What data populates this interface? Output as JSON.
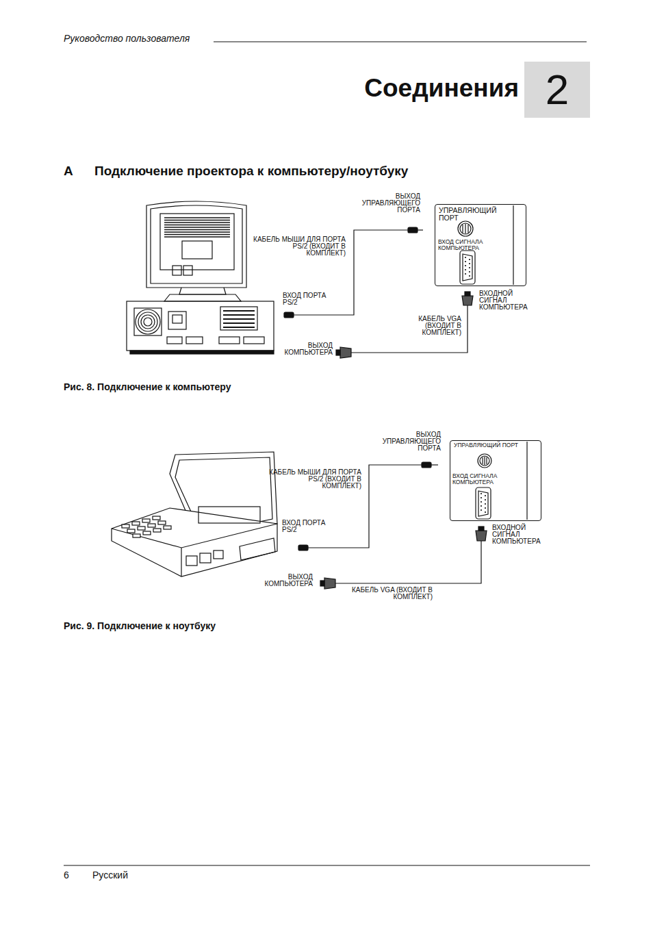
{
  "diagram": {
    "title": "Соединения",
    "nodes": [
      {
        "text": [
          "2"
        ]
      },
      {
        "text": [
          "УПРАВЛЯЮЩИЙ ПОРТ",
          "ВХОД СИГНАЛА КОМПЬЮТЕРА"
        ]
      },
      {
        "text": [
          "УПРАВЛЯЮЩИЙ ПОРТ",
          "ВХОД СИГНАЛА КОМПЬЮТЕРА"
        ]
      }
    ],
    "labels": [
      "Руководство пользователя",
      "A",
      "Подключение проектора к компьютеру/ноутбуку",
      "ВЫХОД УПРАВЛЯЮЩЕГО ПОРТА",
      "КАБЕЛЬ МЫШИ ДЛЯ ПОРТА PS/2 (ВХОДИТ В КОМПЛЕКТ)",
      "ВХОД ПОРТА PS/2",
      "ВХОДНОЙ СИГНАЛ КОМПЬЮТЕРА",
      "КАБЕЛЬ VGA (ВХОДИТ В КОМПЛЕКТ)",
      "ВЫХОД КОМПЬЮТЕРА",
      "Рис. 8. Подключение к компьютеру",
      "ВЫХОД УПРАВЛЯЮЩЕГО ПОРТА",
      "КАБЕЛЬ МЫШИ ДЛЯ ПОРТА PS/2 (ВХОДИТ В КОМПЛЕКТ)",
      "ВХОД ПОРТА PS/2",
      "ВХОДНОЙ СИГНАЛ КОМПЬЮТЕРА",
      "ВЫХОД КОМПЬЮТЕРА",
      "КАБЕЛЬ VGA (ВХОДИТ В КОМПЛЕКТ)",
      "Рис. 9. Подключение к ноутбуку",
      "6",
      "Русский"
    ]
  }
}
